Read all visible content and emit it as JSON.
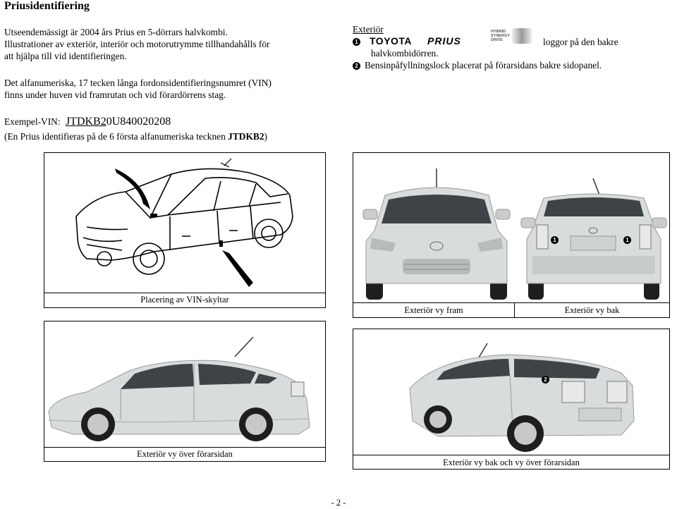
{
  "page": {
    "title": "Priusidentifiering",
    "intro_line1": "Utseendemässigt är 2004 års Prius en 5-dörrars halvkombi.",
    "intro_line2": "Illustrationer av exteriör, interiör och motorutrymme tillhandahålls för",
    "intro_line3": "att hjälpa till vid identifieringen.",
    "vin_line1": "Det alfanumeriska, 17 tecken långa fordonsidentifieringsnumret (VIN)",
    "vin_line2": "finns under huven vid framrutan och vid förardörrens stag.",
    "example_label": "Exempel-VIN:",
    "example_vin_prefix": "JTDKB2",
    "example_vin_rest": "0U840020208",
    "identify_text": "(En Prius identifieras på de 6 första alfanumeriska tecknen ",
    "identify_bold": "JTDKB2",
    "identify_close": ")",
    "page_number": "- 2 -"
  },
  "exterior_legend": {
    "heading": "Exteriör",
    "item1_num": "1",
    "logo_toyota": "TOYOTA",
    "logo_prius": "PRIUS",
    "logo_hsd": [
      "HYBRID",
      "SYNERGY",
      "DRIVE"
    ],
    "item1_text_a": "loggor på den bakre",
    "item1_text_b": "halvkombidörren.",
    "item2_num": "2",
    "item2_text": "Bensinpåfyllningslock placerat på förarsidans bakre sidopanel."
  },
  "figures": {
    "vin_caption": "Placering av VIN-skyltar",
    "front_caption": "Exteriör vy fram",
    "rear_caption": "Exteriör vy bak",
    "side_caption": "Exteriör vy över förarsidan",
    "rear_side_caption": "Exteriör vy bak och vy över förarsidan",
    "badge1": "1",
    "badge2": "2"
  },
  "colors": {
    "car_body": "#d9dcdc",
    "car_shade": "#b7bbbc",
    "window": "#3d4346",
    "tire": "#1e1e1e"
  }
}
